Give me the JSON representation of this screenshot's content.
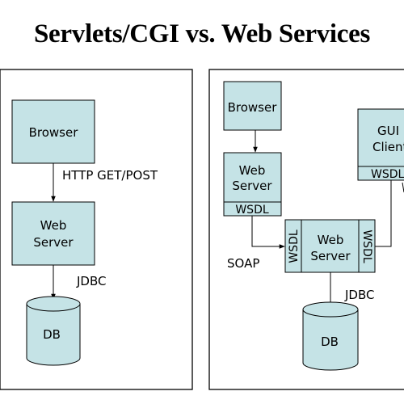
{
  "title": "Servlets/CGI vs. Web Services",
  "colors": {
    "box_fill": "#c5e3e6",
    "stroke": "#000000",
    "background": "#ffffff"
  },
  "left_panel": {
    "browser": "Browser",
    "web_server_line1": "Web",
    "web_server_line2": "Server",
    "db": "DB",
    "protocol_label": "HTTP GET/POST",
    "jdbc_label": "JDBC"
  },
  "right_panel": {
    "browser": "Browser",
    "web_server_line1": "Web",
    "web_server_line2": "Server",
    "wsdl_bottom": "WSDL",
    "gui_client_line1": "GUI",
    "gui_client_line2": "Client",
    "gui_wsdl": "WSDL",
    "service_line1": "Web",
    "service_line2": "Server",
    "wsdl_left": "WSDL",
    "wsdl_right": "WSDL",
    "soap_label": "SOAP",
    "jdbc_label": "JDBC",
    "db": "DB"
  }
}
